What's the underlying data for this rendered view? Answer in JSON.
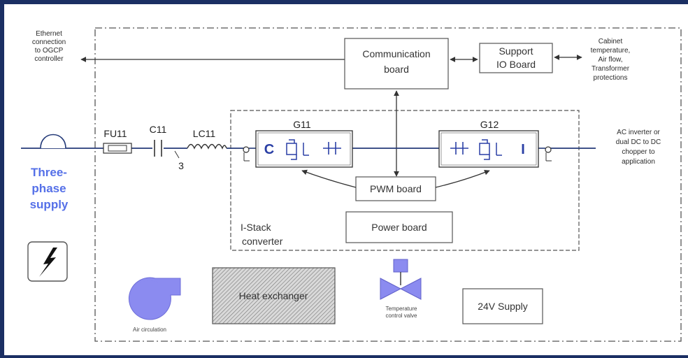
{
  "diagram": {
    "ethernet_note": [
      "Ethernet",
      "connection",
      "to OGCP",
      "controller"
    ],
    "communication_board": [
      "Communication",
      "board"
    ],
    "support_io_board": [
      "Support",
      "IO Board"
    ],
    "cabinet_note": [
      "Cabinet",
      "temperature,",
      "Air flow,",
      "Transformer",
      "protections"
    ],
    "fuse_label": "FU11",
    "capacitor_label": "C11",
    "inductor_label": "LC11",
    "phase_count": "3",
    "g11_label": "G11",
    "g12_label": "G12",
    "g11_letter": "C",
    "g12_letter": "I",
    "ac_note": [
      "AC inverter or",
      "dual DC to DC",
      "chopper to",
      "application"
    ],
    "supply_label": [
      "Three-",
      "phase",
      "supply"
    ],
    "pwm_board": "PWM board",
    "power_board": "Power board",
    "istack_label": [
      "I-Stack",
      "converter"
    ],
    "heat_exchanger": "Heat exchanger",
    "air_circulation": "Air circulation",
    "valve_label": [
      "Temperature",
      "control valve"
    ],
    "supply_24v": "24V Supply"
  },
  "colors": {
    "line": "#3a3a3a",
    "bus": "#243a78",
    "accent": "#8b8bf0",
    "supply_text": "#5570e8",
    "frame": "#1b2f63"
  }
}
